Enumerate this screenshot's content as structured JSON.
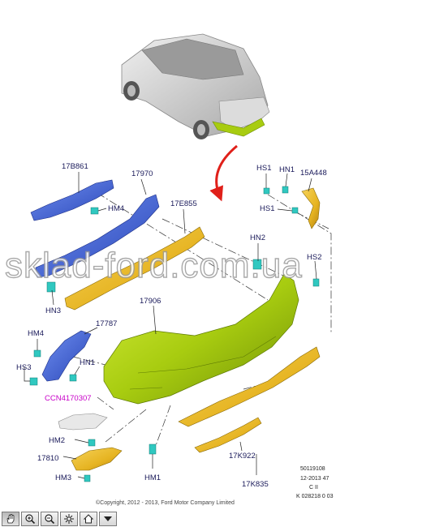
{
  "watermark": "sklad-ford.com.ua",
  "copyright": "©Copyright, 2012 - 2013, Ford Motor Company Limited",
  "reference": {
    "line1": "50119108",
    "line2": "12-2013 47",
    "line3": "C II",
    "line4": "K 028218 0 03"
  },
  "callouts": {
    "p17B861": "17B861",
    "p17970": "17970",
    "hm4_top": "HM4",
    "p17E855": "17E855",
    "hn3": "HN3",
    "hs1_top": "HS1",
    "hn1_top": "HN1",
    "p15A448": "15A448",
    "hs1_mid": "HS1",
    "hn2": "HN2",
    "hs2": "HS2",
    "p17906": "17906",
    "hm4_left": "HM4",
    "p17787": "17787",
    "hn1_left": "HN1",
    "hs3": "HS3",
    "ccn": "CCN4170307",
    "hm2": "HM2",
    "p17810": "17810",
    "hm3": "HM3",
    "hm1": "HM1",
    "p17K922": "17K922",
    "p17K835": "17K835"
  },
  "colors": {
    "bumper": "#a8cc10",
    "beam": "#e6b422",
    "bracket_blue": "#3355cc",
    "clip_teal": "#30c8c0",
    "label": "#1a1a5a",
    "ccn_magenta": "#c800c8",
    "arrow_red": "#e0201a",
    "car_gray": "#c8c8c8"
  },
  "toolbar": {
    "tools": [
      {
        "icon": "pan-hand-icon",
        "active": true
      },
      {
        "icon": "zoom-in-icon"
      },
      {
        "icon": "zoom-out-icon"
      },
      {
        "icon": "fit-view-icon"
      },
      {
        "icon": "home-icon"
      },
      {
        "icon": "dropdown-menu-icon"
      }
    ]
  }
}
